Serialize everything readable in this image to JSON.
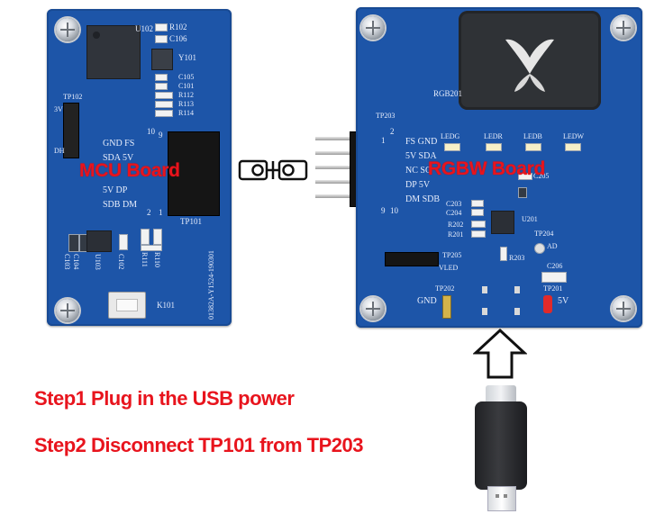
{
  "mcu_board": {
    "title": "MCU Board",
    "labels": {
      "u102": "U102",
      "r102": "R102",
      "c106": "C106",
      "y101": "Y101",
      "c105": "C105",
      "c101": "C101",
      "r112": "R112",
      "r113": "R113",
      "r114": "R114",
      "tp102": "TP102",
      "v3": "3V",
      "dh": "DH",
      "gnd_fs": "GND  FS",
      "sda_5v": "SDA  5V",
      "v5_dp": "5V   DP",
      "sdb_dm": "SDB  DM",
      "pin10": "10",
      "pin9": "9",
      "pin2": "2",
      "pin1": "1",
      "tp101": "TP101",
      "c104": "C104",
      "c103": "C103",
      "u103": "U103",
      "c102": "C102",
      "r111": "R111",
      "r110": "R110",
      "k101": "K101",
      "serial": "01382A-Y1524-190301"
    }
  },
  "rgbw_board": {
    "title": "RGBW Board",
    "labels": {
      "rgb201": "RGB201",
      "tp203": "TP203",
      "fs_gnd": "FS  GND",
      "v5_sda": "5V  SDA",
      "nc_sc": "NC  SC",
      "dp_5v": "DP  5V",
      "dm_sdb": "DM  SDB",
      "ledg": "LEDG",
      "ledr": "LEDR",
      "ledb": "LEDB",
      "ledw": "LEDW",
      "c203": "C203",
      "c204": "C204",
      "r202": "R202",
      "r201": "R201",
      "u201": "U201",
      "tp204": "TP204",
      "ad": "AD",
      "r203": "R203",
      "c206": "C206",
      "tp205": "TP205",
      "vled": "VLED",
      "tp202": "TP202",
      "gnd": "GND",
      "tp201": "TP201",
      "v5": "5V",
      "pin2": "2",
      "pin1": "1",
      "pin10": "10",
      "pin9": "9",
      "c205": "C205"
    }
  },
  "instructions": {
    "step1": "Step1 Plug in the USB power",
    "step2": "Step2 Disconnect TP101 from TP203"
  },
  "colors": {
    "pcb_blue": "#1d55a8",
    "annotation_red": "#e8141d"
  }
}
